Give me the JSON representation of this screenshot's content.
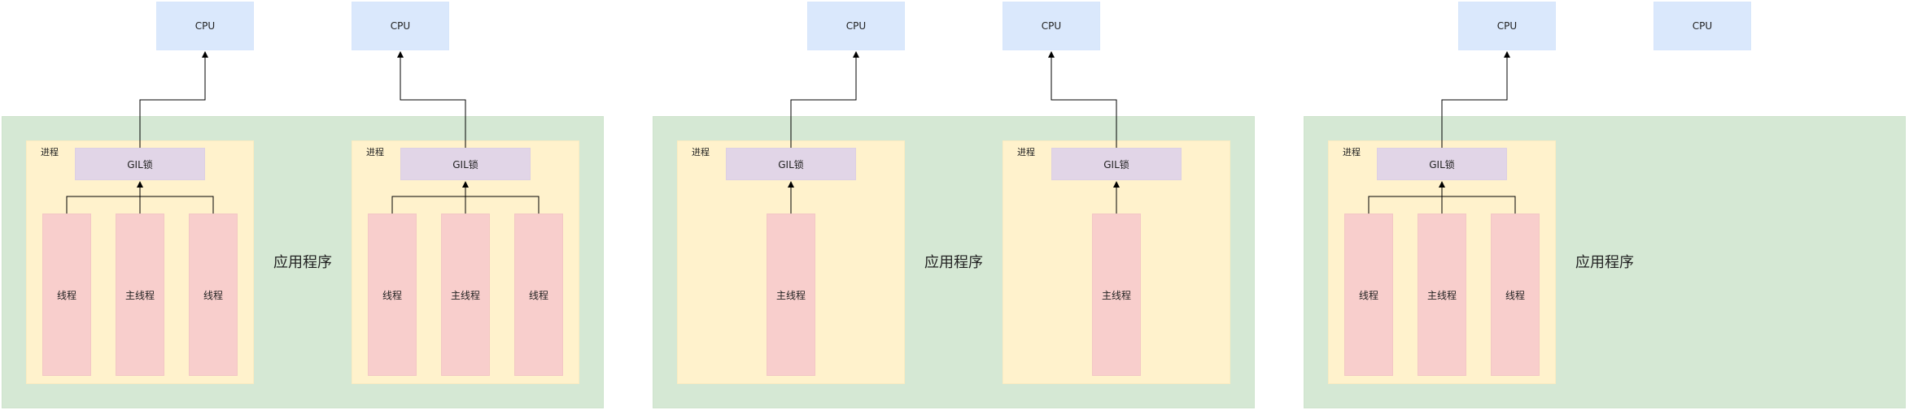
{
  "cpu_label": "CPU",
  "process_label": "进程",
  "gil_label": "GIL锁",
  "thread_label": "线程",
  "main_thread_label": "主线程",
  "app_label": "应用程序",
  "scenarios": [
    {
      "processes": [
        {
          "threads": [
            "线程",
            "主线程",
            "线程"
          ]
        },
        {
          "threads": [
            "线程",
            "主线程",
            "线程"
          ]
        }
      ]
    },
    {
      "processes": [
        {
          "threads": [
            "主线程"
          ]
        },
        {
          "threads": [
            "主线程"
          ]
        }
      ]
    },
    {
      "processes": [
        {
          "threads": [
            "线程",
            "主线程",
            "线程"
          ]
        }
      ]
    }
  ],
  "colors": {
    "cpu": "#dae8fc",
    "application": "#d5e8d4",
    "process": "#fff2cc",
    "gil": "#e1d5e7",
    "thread": "#f8cecc",
    "edge": "#000000"
  }
}
